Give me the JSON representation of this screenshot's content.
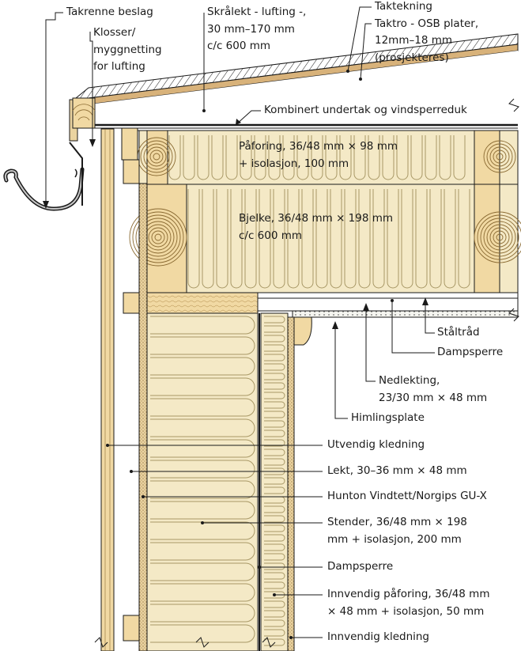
{
  "figure": {
    "colors": {
      "insulation": "#f4e9c6",
      "insulation_line": "#a89866",
      "wood": "#f1d9a3",
      "wood_ring": "#8a6a32",
      "board": "#ead3a0",
      "osb": "#d8b27a",
      "line": "#1a1a1a",
      "gutter": "#1a1a1a"
    },
    "labels": {
      "takrenne": [
        "Takrenne beslag"
      ],
      "klosser": [
        "Klosser/",
        "myggnetting",
        "for lufting"
      ],
      "skralekt": [
        "Skrålekt - lufting -,",
        "30 mm–170 mm",
        "c/c 600 mm"
      ],
      "taktekning": [
        "Taktekning",
        "Taktro - OSB plater,",
        "12mm–18 mm",
        "(prosjekteres)"
      ],
      "kombinert": [
        "Kombinert undertak og vindsperreduk"
      ],
      "paforing": [
        "Påforing, 36/48 mm × 98 mm",
        "+ isolasjon, 100 mm"
      ],
      "bjelke": [
        "Bjelke, 36/48 mm × 198 mm",
        "c/c 600 mm"
      ],
      "staltrad": [
        "Ståltråd"
      ],
      "dampsperre_tak": [
        "Dampsperre"
      ],
      "nedlekting": [
        "Nedlekting,",
        "23/30 mm × 48 mm"
      ],
      "himlingsplate": [
        "Himlingsplate"
      ],
      "utvendig_kledning": [
        "Utvendig kledning"
      ],
      "lekt": [
        "Lekt, 30–36 mm × 48 mm"
      ],
      "hunton": [
        "Hunton Vindtett/Norgips GU-X"
      ],
      "stender": [
        "Stender, 36/48 mm × 198",
        "mm + isolasjon, 200 mm"
      ],
      "dampsperre_vegg": [
        "Dampsperre"
      ],
      "innvendig_paforing": [
        "Innvendig påforing, 36/48 mm",
        "× 48 mm + isolasjon, 50 mm"
      ],
      "innvendig_kledning": [
        "Innvendig kledning"
      ]
    }
  }
}
